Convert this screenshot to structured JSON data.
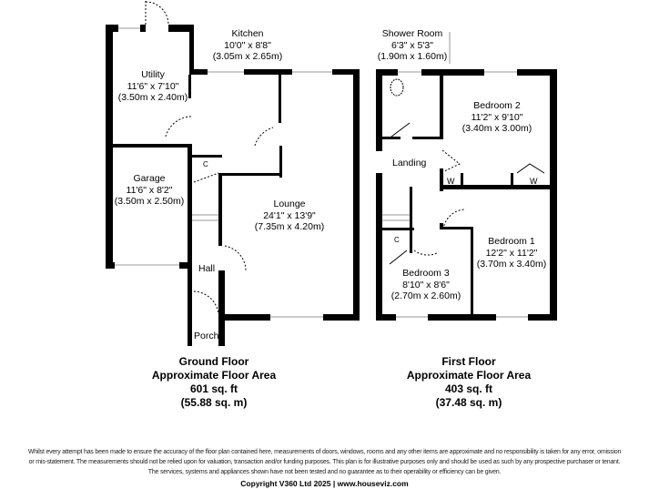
{
  "ground_floor": {
    "rooms": [
      {
        "name": "Kitchen",
        "imperial": "10'0\" x 8'8\"",
        "metric": "(3.05m x 2.65m)"
      },
      {
        "name": "Utility",
        "imperial": "11'6\" x 7'10\"",
        "metric": "(3.50m x 2.40m)"
      },
      {
        "name": "Garage",
        "imperial": "11'6\" x 8'2\"",
        "metric": "(3.50m x 2.50m)"
      },
      {
        "name": "Lounge",
        "imperial": "24'1\" x 13'9\"",
        "metric": "(7.35m x 4.20m)"
      }
    ],
    "hall": "Hall",
    "porch": "Porch",
    "cupboard": "C",
    "title": "Ground Floor",
    "subtitle": "Approximate Floor Area",
    "area_sqft": "601 sq. ft",
    "area_sqm": "(55.88 sq. m)"
  },
  "first_floor": {
    "rooms": [
      {
        "name": "Shower Room",
        "imperial": "6'3\" x 5'3\"",
        "metric": "(1.90m x 1.60m)"
      },
      {
        "name": "Bedroom 2",
        "imperial": "11'2\" x 9'10\"",
        "metric": "(3.40m x 3.00m)"
      },
      {
        "name": "Bedroom 1",
        "imperial": "12'2\" x 11'2\"",
        "metric": "(3.70m x 3.40m)"
      },
      {
        "name": "Bedroom 3",
        "imperial": "8'10\" x 8'6\"",
        "metric": "(2.70m x 2.60m)"
      }
    ],
    "landing": "Landing",
    "wardrobe": "W",
    "cupboard": "C",
    "title": "First Floor",
    "subtitle": "Approximate Floor Area",
    "area_sqft": "403 sq. ft",
    "area_sqm": "(37.48 sq. m)"
  },
  "footer": {
    "disclaimer_1": "Whilst every attempt has been made to ensure the accuracy of the floor plan contained here, measurements of doors, windows, rooms and any other items are approximate and no responsibility is taken for any error, omission",
    "disclaimer_2": "or mis-statement. The measurements should not be relied upon for valuation, transaction and/or funding purposes. This plan is for illustrative purposes only and should be used as such by any prospective purchaser or tenant.",
    "disclaimer_3": "The services, systems and appliances shown have not been tested and no guarantee as to their operability or efficiency can be given.",
    "copyright": "Copyright V360 Ltd 2025 | www.houseviz.com"
  }
}
